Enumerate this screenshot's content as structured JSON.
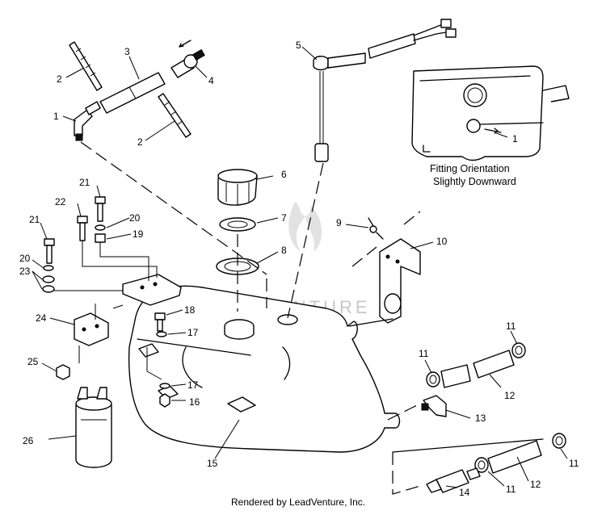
{
  "diagram": {
    "watermark": "LEADVENTURE",
    "inset_caption_line1": "Fitting Orientation",
    "inset_caption_line2": "Slightly Downward",
    "inset_callout": "1",
    "footer": "Rendered by LeadVenture, Inc.",
    "callouts": {
      "c1": "1",
      "c2a": "2",
      "c2b": "2",
      "c3": "3",
      "c4": "4",
      "c5": "5",
      "c6": "6",
      "c7": "7",
      "c8": "8",
      "c9": "9",
      "c10": "10",
      "c11a": "11",
      "c11b": "11",
      "c11c": "11",
      "c11d": "11",
      "c12a": "12",
      "c12b": "12",
      "c13": "13",
      "c14": "14",
      "c15": "15",
      "c16": "16",
      "c17a": "17",
      "c17b": "17",
      "c18": "18",
      "c19": "19",
      "c20a": "20",
      "c20b": "20",
      "c21a": "21",
      "c21b": "21",
      "c22": "22",
      "c23": "23",
      "c24": "24",
      "c25": "25",
      "c26": "26"
    }
  }
}
